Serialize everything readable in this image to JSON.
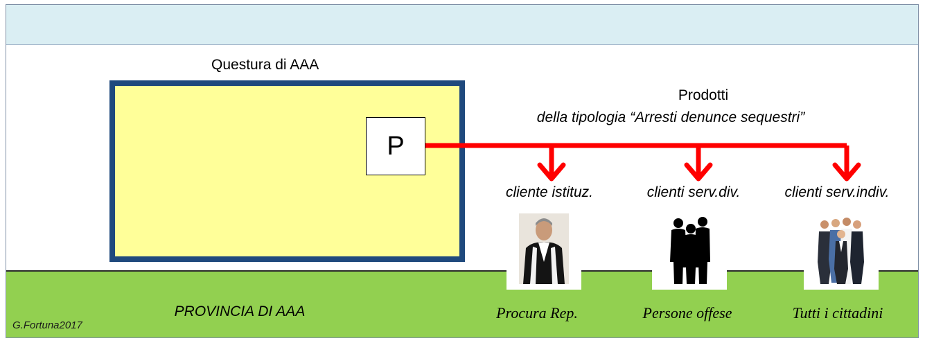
{
  "header": {
    "label": ""
  },
  "questura": {
    "label": "Questura di AAA"
  },
  "product": {
    "symbol": "P"
  },
  "products": {
    "title": "Prodotti",
    "subtitle": "della tipologia “Arresti denunce sequestri”"
  },
  "clients": [
    {
      "label": "cliente istituz.",
      "group": "Procura Rep.",
      "icon": "magistrate-photo"
    },
    {
      "label": "clienti serv.div.",
      "group": "Persone offese",
      "icon": "silhouettes-photo"
    },
    {
      "label": "clienti serv.indiv.",
      "group": "Tutti i cittadini",
      "icon": "citizens-group-photo"
    }
  ],
  "province": {
    "label": "PROVINCIA  DI  AAA"
  },
  "credit": "G.Fortuna2017",
  "colors": {
    "header_band": "#daeef3",
    "ground": "#92d050",
    "questura_fill": "#ffff99",
    "questura_border": "#1f497d",
    "arrow": "#ff0000"
  }
}
